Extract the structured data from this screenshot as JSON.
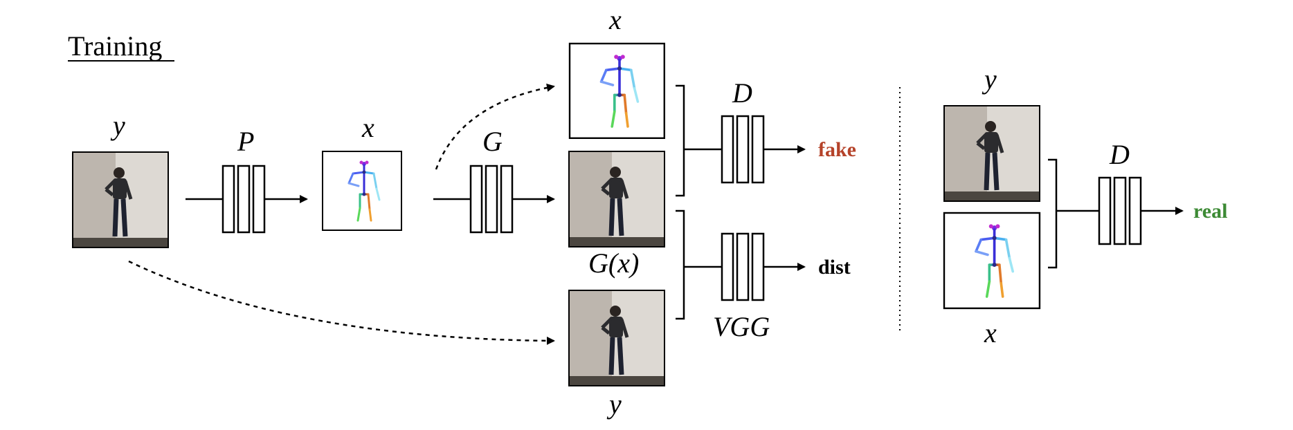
{
  "title": "Training",
  "variables": {
    "y": "y",
    "x": "x",
    "P": "P",
    "G": "G",
    "D": "D",
    "Gx": "G(x)",
    "VGG": "VGG"
  },
  "outputs": {
    "fake": "fake",
    "dist": "dist",
    "real": "real"
  },
  "colors": {
    "fake": "#b5432a",
    "dist": "#000000",
    "real": "#3c8a34",
    "background_wall": "#dcd8d2",
    "background_panel": "#b8b2aa",
    "floor": "#4a4540"
  }
}
